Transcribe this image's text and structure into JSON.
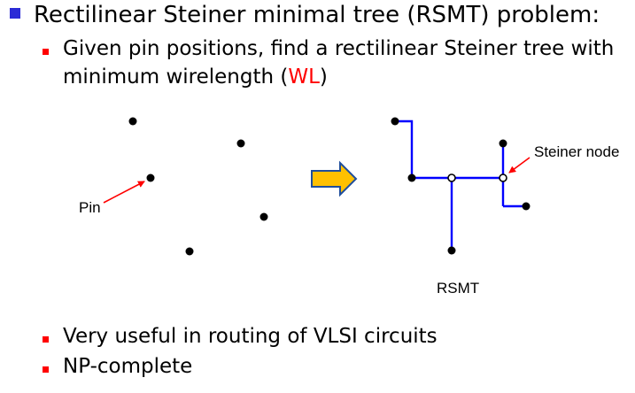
{
  "slide": {
    "heading": "Rectilinear Steiner minimal tree (RSMT) problem:",
    "sub1_line1": "Given pin positions, find a rectilinear Steiner tree with",
    "sub1_line2_prefix": "minimum wirelength (",
    "sub1_wl": "WL",
    "sub1_line2_suffix": ")",
    "bullet2": "Very useful in routing of VLSI circuits",
    "bullet3": "NP-complete"
  },
  "diagram": {
    "pin_label": "Pin",
    "steiner_label": "Steiner node",
    "rsmt_label": "RSMT"
  },
  "colors": {
    "main_bullet": "#2b2bd6",
    "sub_bullet": "#ff0000",
    "wl_text": "#ff0000",
    "wire": "#0000ff",
    "callout_arrow": "#ff0000",
    "arrow_fill": "#ffc000",
    "arrow_outline": "#1f4e9c"
  }
}
